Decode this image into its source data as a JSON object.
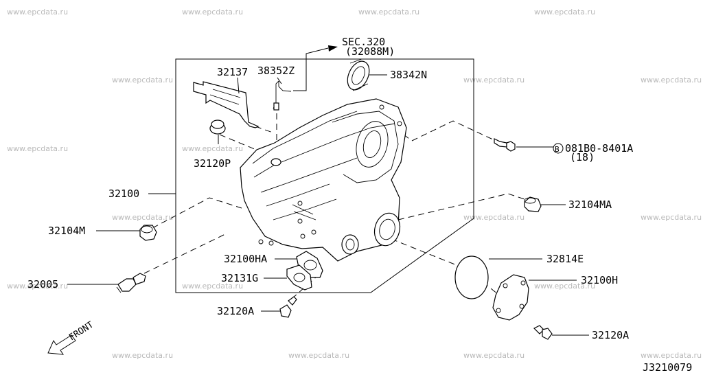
{
  "watermark": "www.epcdata.ru",
  "diagram_code": "J3210079",
  "front_label": "FRONT",
  "colors": {
    "line": "#000000",
    "watermark": "#b9b9b9",
    "background": "#ffffff"
  },
  "labels": {
    "sec": "SEC.320",
    "sec_sub": "(32088M)",
    "p32137": "32137",
    "p38352Z": "38352Z",
    "p38342N": "38342N",
    "p32120P": "32120P",
    "p081B0_circle": "B",
    "p081B0": "081B0-8401A",
    "p081B0_qty": "(18)",
    "p32100": "32100",
    "p32104MA": "32104MA",
    "p32104M": "32104M",
    "p32100HA": "32100HA",
    "p32814E": "32814E",
    "p32131G": "32131G",
    "p32100H": "32100H",
    "p32005": "32005",
    "p32120A_left": "32120A",
    "p32120A_right": "32120A"
  }
}
